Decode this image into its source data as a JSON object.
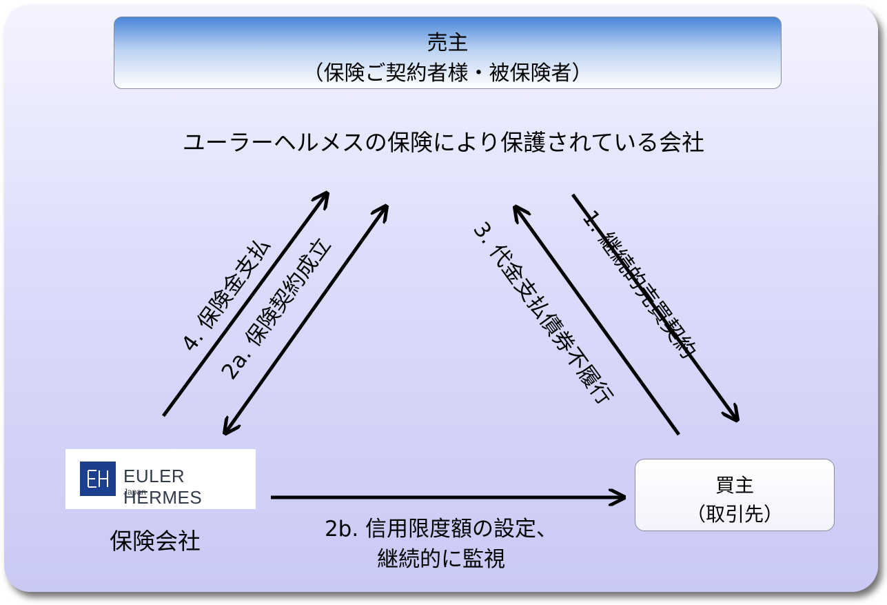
{
  "seller": {
    "title": "売主",
    "subtitle": "（保険ご契約者様・被保険者）"
  },
  "protected_note": "ユーラーヘルメスの保険により保護されている会社",
  "arrows": {
    "a1": "1. 継続的売買契約",
    "a3": "3. 代金支払債券不履行",
    "a4": "4. 保険金支払",
    "a2a": "2a. 保険契約成立",
    "a2b_line1": "2b. 信用限度額の設定、",
    "a2b_line2": "継続的に監視"
  },
  "insurer": {
    "logo_text": "EULER HERMES",
    "logo_sub": "Japan",
    "label": "保険会社",
    "brand_color": "#1b3f8c"
  },
  "buyer": {
    "title": "買主",
    "subtitle": "（取引先）"
  }
}
